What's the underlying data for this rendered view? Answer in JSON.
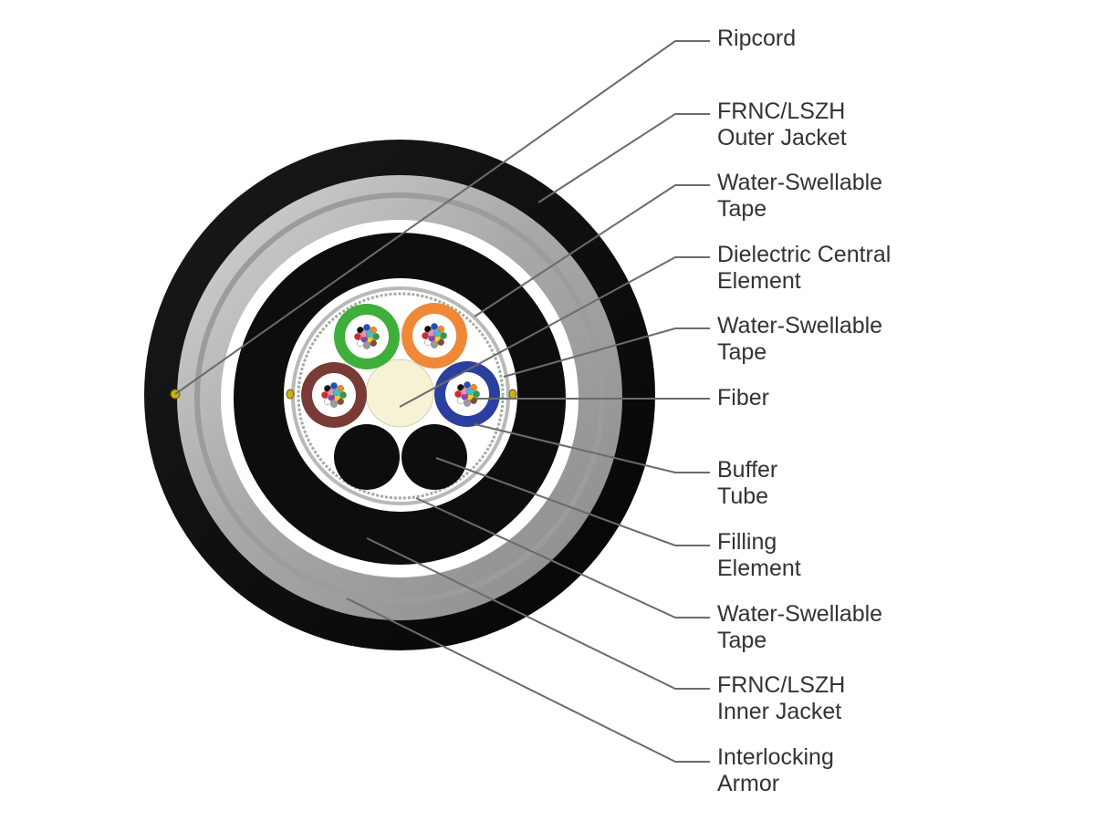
{
  "colors": {
    "jacket": "#0d0d0d",
    "armor_light": "#c2c2c2",
    "armor_dark": "#8e8e8e",
    "tape": "#ffffff",
    "leader": "#6b6b6b",
    "label_text": "#333333",
    "central_element": "#f6f2d6",
    "ripcord": "#c6b21a",
    "tube_green": "#3fae3a",
    "tube_orange": "#f0883a",
    "tube_brown": "#7a3b36",
    "tube_blue": "#2b3f9e",
    "filler": "#0d0d0d"
  },
  "fiber_colors": [
    "#1f4fbf",
    "#f28a1e",
    "#2e9e3e",
    "#8a4a2a",
    "#9a9a9a",
    "#ffffff",
    "#e0242c",
    "#111111",
    "#f2d21e",
    "#8e44ad",
    "#f28cb4",
    "#36c4d4"
  ],
  "buffer_tubes": [
    {
      "name": "green",
      "color": "#3fae3a"
    },
    {
      "name": "orange",
      "color": "#f0883a"
    },
    {
      "name": "brown",
      "color": "#7a3b36"
    },
    {
      "name": "blue",
      "color": "#2b3f9e"
    }
  ],
  "callouts": [
    {
      "id": "ripcord",
      "lines": [
        "Ripcord"
      ]
    },
    {
      "id": "outer-jacket",
      "lines": [
        "FRNC/LSZH",
        "Outer Jacket"
      ]
    },
    {
      "id": "water-swellable-tape-1",
      "lines": [
        "Water-Swellable",
        "Tape"
      ]
    },
    {
      "id": "dielectric-central-element",
      "lines": [
        "Dielectric Central",
        "Element"
      ]
    },
    {
      "id": "water-swellable-tape-2",
      "lines": [
        "Water-Swellable",
        "Tape"
      ]
    },
    {
      "id": "fiber",
      "lines": [
        "Fiber"
      ]
    },
    {
      "id": "buffer-tube",
      "lines": [
        "Buffer",
        "Tube"
      ]
    },
    {
      "id": "filling-element",
      "lines": [
        "Filling",
        "Element"
      ]
    },
    {
      "id": "water-swellable-tape-3",
      "lines": [
        "Water-Swellable",
        "Tape"
      ]
    },
    {
      "id": "inner-jacket",
      "lines": [
        "FRNC/LSZH",
        "Inner Jacket"
      ]
    },
    {
      "id": "interlocking-armor",
      "lines": [
        "Interlocking",
        "Armor"
      ]
    }
  ]
}
